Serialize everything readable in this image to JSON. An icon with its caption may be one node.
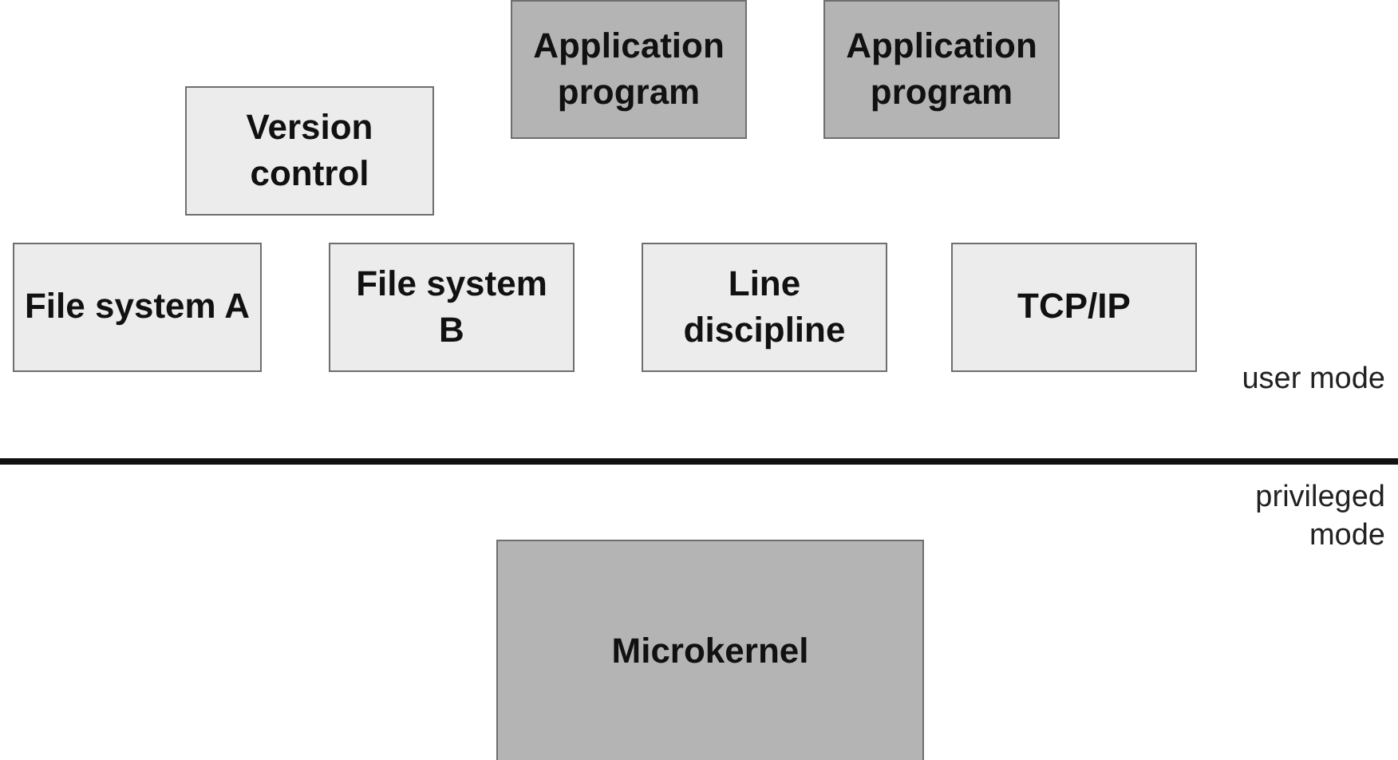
{
  "diagram": {
    "nodes": [
      {
        "text": [
          "Application program"
        ]
      },
      {
        "text": [
          "Application program"
        ]
      },
      {
        "text": [
          "Version control"
        ]
      },
      {
        "text": [
          "File system A"
        ]
      },
      {
        "text": [
          "File system B"
        ]
      },
      {
        "text": [
          "Line discipline"
        ]
      },
      {
        "text": [
          "TCP/IP"
        ]
      },
      {
        "text": [
          "Microkernel"
        ]
      }
    ],
    "labels": [
      "user mode",
      "privileged mode"
    ]
  }
}
